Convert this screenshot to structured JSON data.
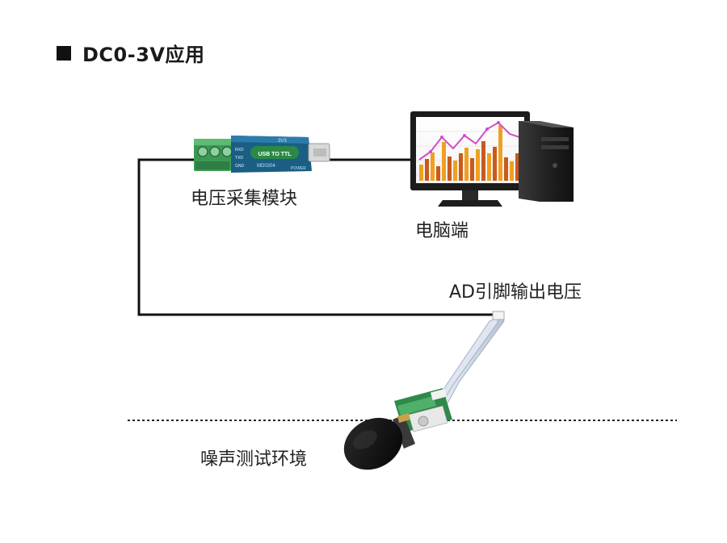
{
  "heading": {
    "title": "DC0-3V应用"
  },
  "labels": {
    "voltage_module": "电压采集模块",
    "pc": "电脑端",
    "ad_pin": "AD引脚输出电压",
    "environment": "噪声测试环境"
  },
  "module_print": {
    "badge": "USB TO TTL",
    "model": "MD0204",
    "pins": [
      "RXD",
      "TXD",
      "GND"
    ],
    "top_text": "3V3",
    "power_text": "POWER"
  },
  "colors": {
    "wire": "#111111",
    "terminal": "#3a9a55",
    "board": "#1b5e83",
    "badge": "#2a8a45",
    "chart_orange": "#f0a020",
    "chart_red": "#c85a1e",
    "chart_line": "#d64cc8",
    "sensor_board": "#2f8a4a"
  },
  "icons": [
    "usb-module-image",
    "desktop-computer-image",
    "noise-sensor-image"
  ]
}
